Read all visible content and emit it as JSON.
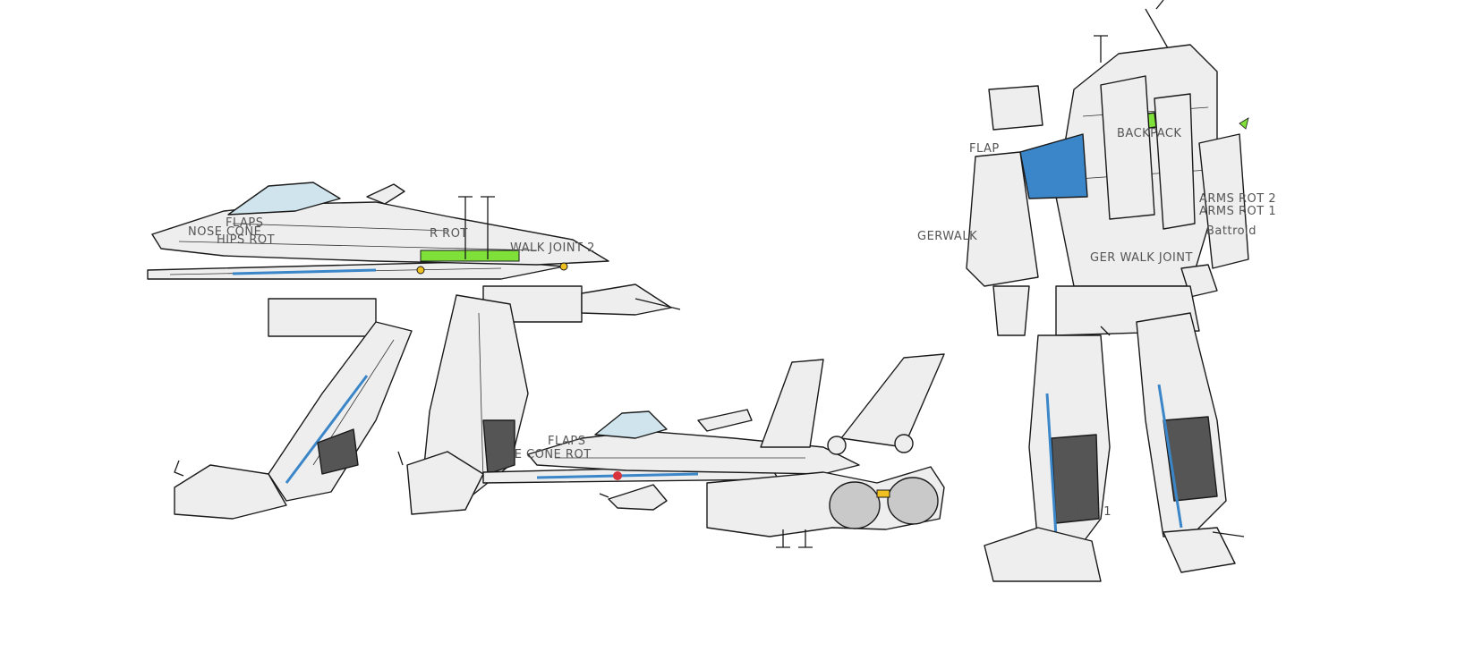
{
  "colors": {
    "armor": "#eeeeee",
    "armor_shade": "#c9c9c9",
    "dark_panel": "#555555",
    "canopy": "#cfe4ec",
    "accent_blue": "#3b86c8",
    "accent_green": "#7fe03a",
    "accent_red": "#d8323c",
    "accent_yellow": "#f0c020",
    "outline": "#1a1a1a",
    "label": "#555555"
  },
  "labels": {
    "gerwalk": {
      "flaps": "FLAPS",
      "nose_cone": "NOSE CONE",
      "hips_rot": "HIPS ROT",
      "r_rot": "R ROT",
      "walk_joint_2": "WALK JOINT 2"
    },
    "fighter": {
      "flaps": "FLAPS",
      "nose_cone_rot": "NOSE CONE ROT"
    },
    "battroid": {
      "flap": "FLAP",
      "gerwalk": "GERWALK",
      "backpack": "BACKPACK",
      "arms_rot_2": "ARMS ROT 2",
      "arms_rot_1": "ARMS ROT 1",
      "battroid": "Battroid",
      "ger_walk_joint": "GER WALK JOINT",
      "knee_1": "KNEE 1"
    }
  }
}
